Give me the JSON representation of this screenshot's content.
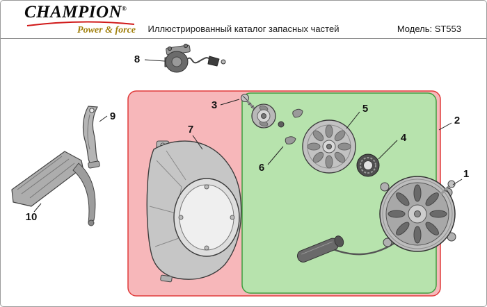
{
  "header": {
    "brand": "CHAMPION",
    "registered_mark": "®",
    "tagline": "Power & force",
    "subtitle": "Иллюстрированный каталог запасных частей",
    "model_label": "Модель: ST553"
  },
  "regions": {
    "red_fill": "#f7b7ba",
    "red_stroke": "#e03a3a",
    "green_fill": "#b7e3ad",
    "green_stroke": "#3f9e3f"
  },
  "callouts": [
    {
      "label": "1"
    },
    {
      "label": "2"
    },
    {
      "label": "3"
    },
    {
      "label": "4"
    },
    {
      "label": "5"
    },
    {
      "label": "6"
    },
    {
      "label": "7"
    },
    {
      "label": "8"
    },
    {
      "label": "9"
    },
    {
      "label": "10"
    }
  ]
}
